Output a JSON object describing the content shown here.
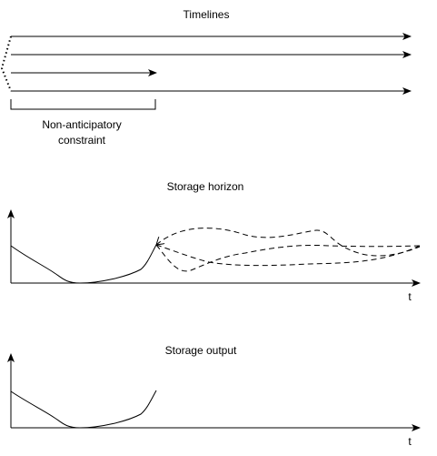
{
  "sections": {
    "timelines": {
      "title": "Timelines",
      "bracket_label_line1": "Non-anticipatory",
      "bracket_label_line2": "constraint"
    },
    "storage_horizon": {
      "title": "Storage horizon",
      "x_axis_label": "t"
    },
    "storage_output": {
      "title": "Storage output",
      "x_axis_label": "t"
    }
  },
  "colors": {
    "stroke": "#000000",
    "background": "#ffffff"
  }
}
